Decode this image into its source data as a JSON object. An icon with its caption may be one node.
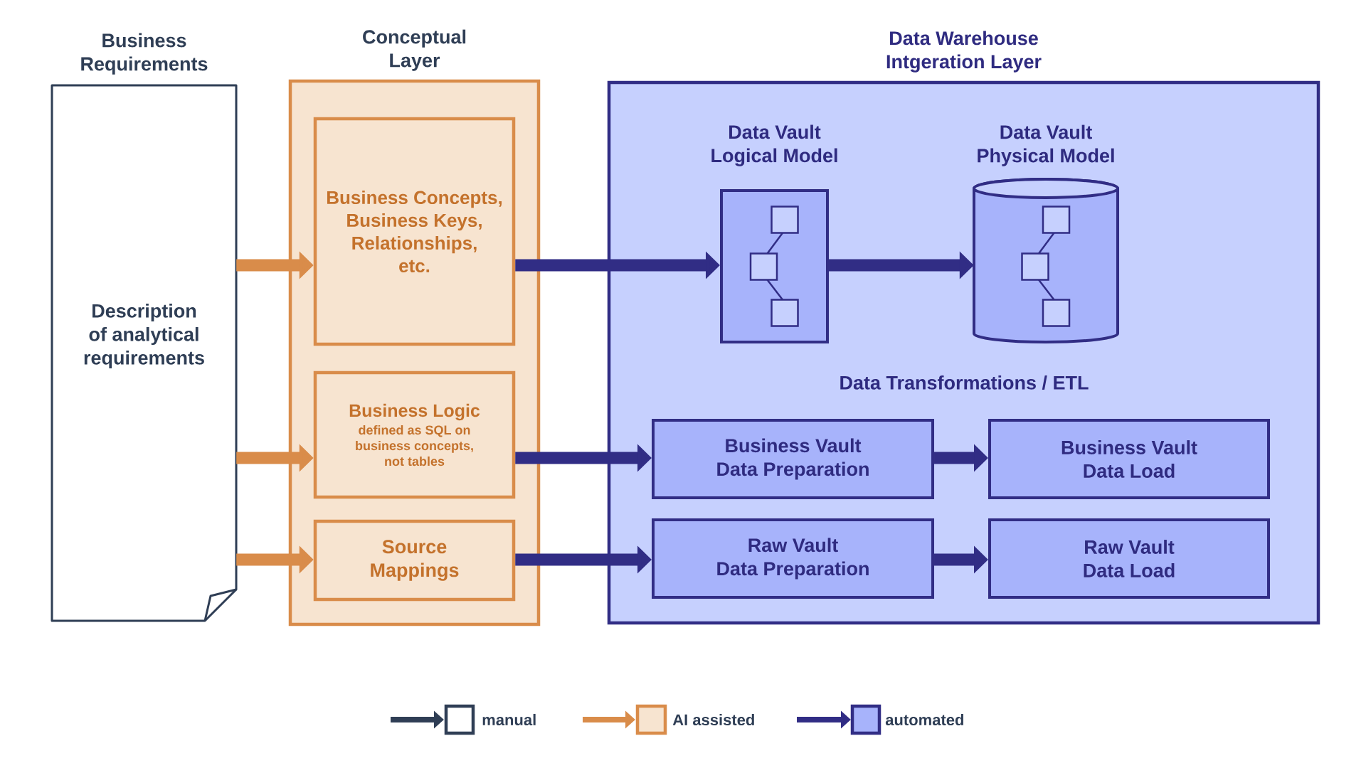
{
  "diagram": {
    "nodes": [
      {
        "text": [
          "Business Requirements",
          "Description of analytical requirements"
        ]
      },
      {
        "text": [
          "Conceptual Layer"
        ]
      },
      {
        "text": [
          "Business Concepts, Business Keys, Relationships, etc."
        ],
        "in": 1
      },
      {
        "text": [
          "Business Logic",
          "defined as SQL on business concepts, not tables"
        ],
        "in": 1
      },
      {
        "text": [
          "Source Mappings"
        ],
        "in": 1
      },
      {
        "text": [
          "Data Warehouse Intgeration Layer"
        ]
      },
      {
        "text": [
          "Data Vault Logical Model"
        ],
        "in": 5
      },
      {
        "text": [
          "Data Vault Physical Model"
        ],
        "in": 5
      },
      {
        "text": [
          "Business Vault Data Preparation"
        ],
        "in": 5
      },
      {
        "text": [
          "Business Vault Data Load"
        ],
        "in": 5
      },
      {
        "text": [
          "Raw Vault Data Preparation"
        ],
        "in": 5
      },
      {
        "text": [
          "Raw Vault Data Load"
        ],
        "in": 5
      }
    ],
    "edges": [
      {
        "from": 0,
        "to": 2,
        "arrow": "to",
        "color": "#d98c4a"
      },
      {
        "from": 0,
        "to": 3,
        "arrow": "to",
        "color": "#d98c4a"
      },
      {
        "from": 0,
        "to": 4,
        "arrow": "to",
        "color": "#d98c4a"
      },
      {
        "from": 2,
        "to": 6,
        "arrow": "to"
      },
      {
        "from": 6,
        "to": 7,
        "arrow": "to"
      },
      {
        "from": 3,
        "to": 8,
        "arrow": "to"
      },
      {
        "from": 8,
        "to": 9,
        "arrow": "to"
      },
      {
        "from": 4,
        "to": 10,
        "arrow": "to"
      },
      {
        "from": 10,
        "to": 11,
        "arrow": "to"
      }
    ],
    "labels": [
      "Data Transformations / ETL"
    ],
    "legend": [
      {
        "text": "manual",
        "color": "#2f3e55"
      },
      {
        "text": "AI assisted",
        "color": "#d98c4a"
      },
      {
        "text": "automated",
        "color": "#312d85"
      }
    ]
  }
}
